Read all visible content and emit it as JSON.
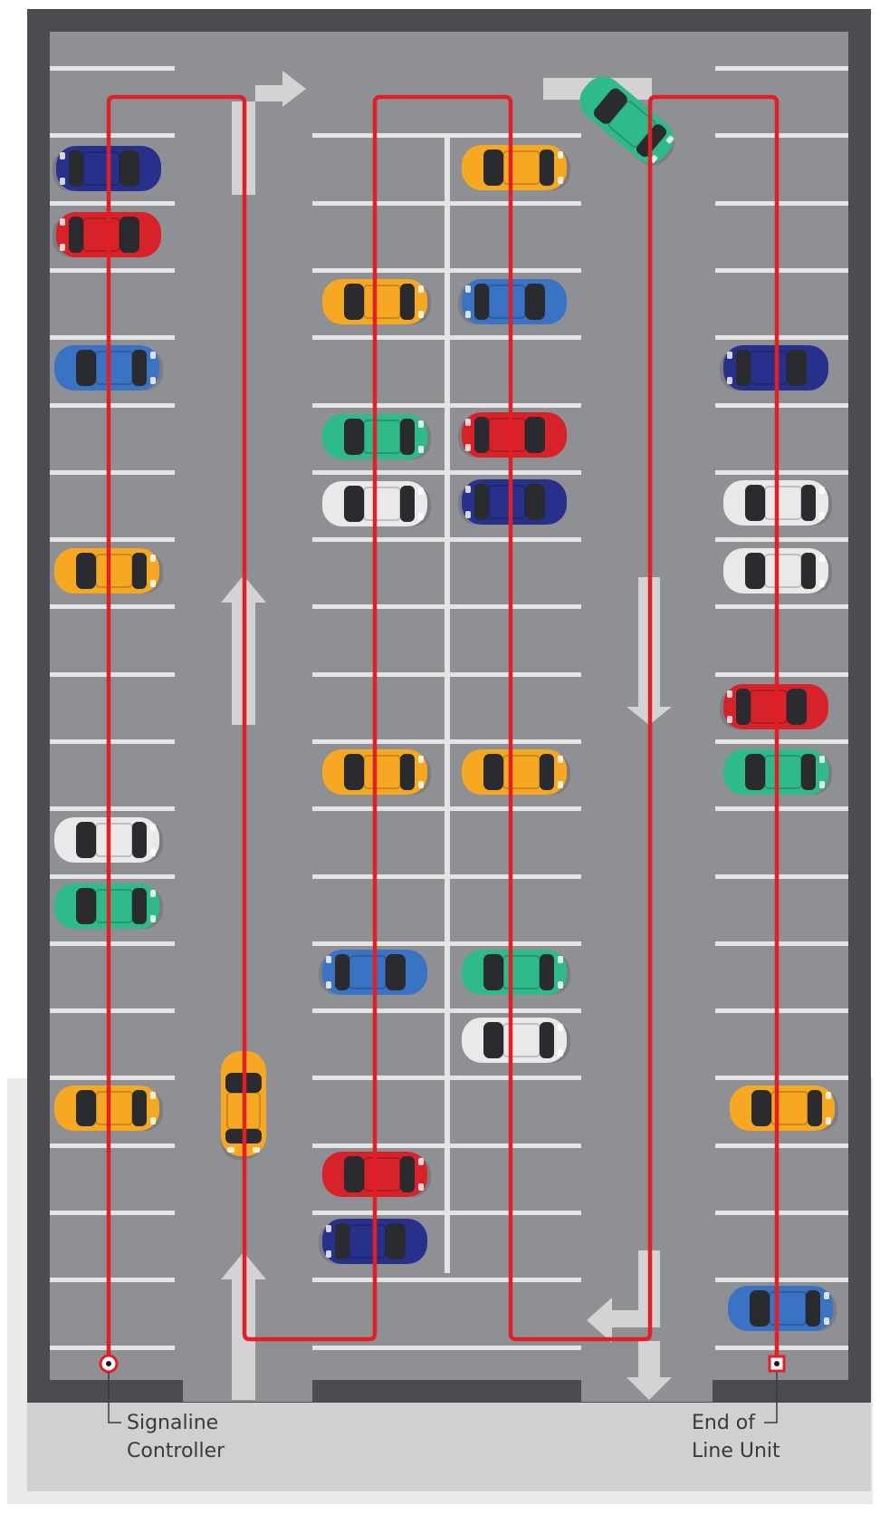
{
  "colors": {
    "wall": "#4b4c4f",
    "asphalt": "#8f9094",
    "lot_bottom": "#cfd0d2",
    "paint": "#e4e4e4",
    "cable": "#e31e24",
    "car_palette": {
      "navy": "#27318c",
      "red": "#d8222a",
      "blue": "#3a72c4",
      "orange": "#f7a823",
      "green": "#2fba8a",
      "white": "#e9e9e9"
    }
  },
  "labels": {
    "controller": "Signaline\nController",
    "end_unit": "End of\nLine Unit"
  },
  "cars": [
    {
      "color": "navy",
      "facing": "left"
    },
    {
      "color": "red",
      "facing": "left"
    },
    {
      "color": "blue",
      "facing": "right"
    },
    {
      "color": "orange",
      "facing": "right"
    },
    {
      "color": "white",
      "facing": "right"
    },
    {
      "color": "green",
      "facing": "right"
    },
    {
      "color": "orange",
      "facing": "right"
    },
    {
      "color": "orange",
      "facing": "right"
    },
    {
      "color": "green",
      "facing": "right"
    },
    {
      "color": "white",
      "facing": "right"
    },
    {
      "color": "orange",
      "facing": "right"
    },
    {
      "color": "blue",
      "facing": "left"
    },
    {
      "color": "red",
      "facing": "right"
    },
    {
      "color": "navy",
      "facing": "left"
    },
    {
      "color": "orange",
      "facing": "right"
    },
    {
      "color": "blue",
      "facing": "left"
    },
    {
      "color": "red",
      "facing": "left"
    },
    {
      "color": "navy",
      "facing": "left"
    },
    {
      "color": "orange",
      "facing": "right"
    },
    {
      "color": "green",
      "facing": "right"
    },
    {
      "color": "white",
      "facing": "right"
    },
    {
      "color": "navy",
      "facing": "left"
    },
    {
      "color": "white",
      "facing": "right"
    },
    {
      "color": "white",
      "facing": "right"
    },
    {
      "color": "red",
      "facing": "left"
    },
    {
      "color": "green",
      "facing": "right"
    },
    {
      "color": "orange",
      "facing": "right"
    },
    {
      "color": "blue",
      "facing": "right"
    },
    {
      "color": "orange",
      "facing": "down"
    },
    {
      "color": "green",
      "facing": "diagonal"
    }
  ]
}
